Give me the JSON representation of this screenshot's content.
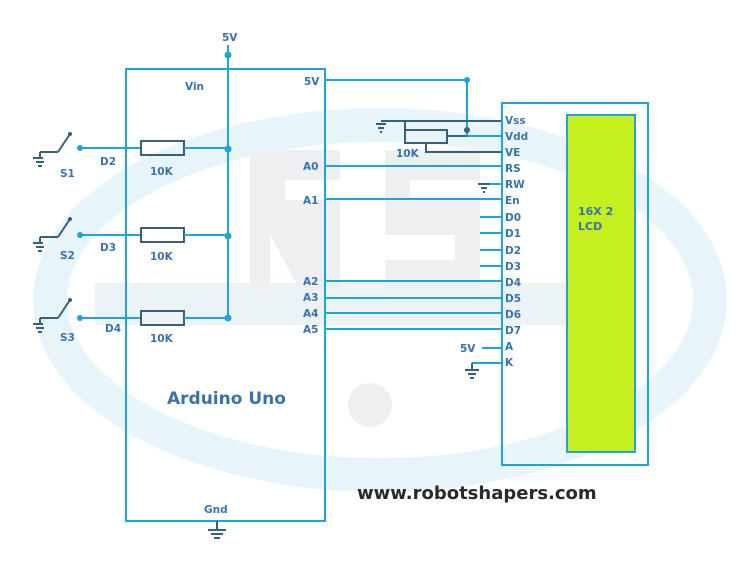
{
  "supply": {
    "top": "5V",
    "arduino_5v": "5V",
    "led_5v": "5V"
  },
  "arduino": {
    "name": "Arduino Uno",
    "vin": "Vin",
    "gnd": "Gnd",
    "pins": {
      "a0": "A0",
      "a1": "A1",
      "a2": "A2",
      "a3": "A3",
      "a4": "A4",
      "a5": "A5"
    }
  },
  "switches": [
    {
      "label": "S1",
      "pin": "D2",
      "resistor": "10K"
    },
    {
      "label": "S2",
      "pin": "D3",
      "resistor": "10K"
    },
    {
      "label": "S3",
      "pin": "D4",
      "resistor": "10K"
    }
  ],
  "potentiometer": {
    "value": "10K"
  },
  "lcd": {
    "name": "16X 2\nLCD",
    "name_line1": "16X 2",
    "name_line2": "LCD",
    "pins": [
      "Vss",
      "Vdd",
      "VE",
      "RS",
      "RW",
      "En",
      "D0",
      "D1",
      "D2",
      "D3",
      "D4",
      "D5",
      "D6",
      "D7",
      "A",
      "K"
    ],
    "screen_color": "#c3f01e"
  },
  "watermark": {
    "url": "www.robotshapers.com"
  },
  "colors": {
    "wire": "#1fa3dc",
    "label": "#3a72b0"
  }
}
